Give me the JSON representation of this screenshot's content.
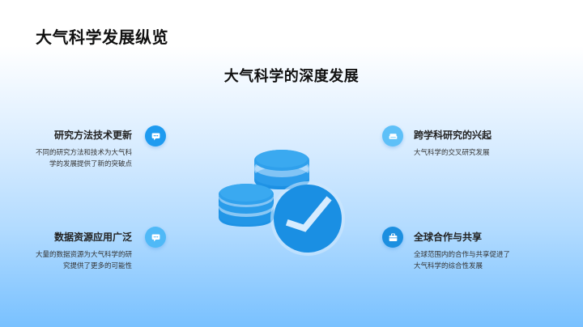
{
  "slide": {
    "title": "大气科学发展纵览",
    "section_heading": "大气科学的深度发展"
  },
  "items": [
    {
      "title": "研究方法技术更新",
      "description": "不同的研究方法和技术为大气科学的发展提供了新的突破点",
      "icon": "chat-message-icon",
      "icon_color": "#1e9bf0"
    },
    {
      "title": "数据资源应用广泛",
      "description": "大量的数据资源为大气科学的研究提供了更多的可能性",
      "icon": "chat-message-icon",
      "icon_color": "#4fb9f7"
    },
    {
      "title": "跨学科研究的兴起",
      "description": "大气科学的交叉研究发展",
      "icon": "sofa-icon",
      "icon_color": "#5ec0f8"
    },
    {
      "title": "全球合作与共享",
      "description": "全球范围内的合作与共享促进了大气科学的综合性发展",
      "icon": "briefcase-icon",
      "icon_color": "#1c8fe0"
    }
  ],
  "hero": {
    "icon": "coins-check-icon",
    "primary_color": "#1a8fe3",
    "secondary_color": "#3aa6ef"
  }
}
